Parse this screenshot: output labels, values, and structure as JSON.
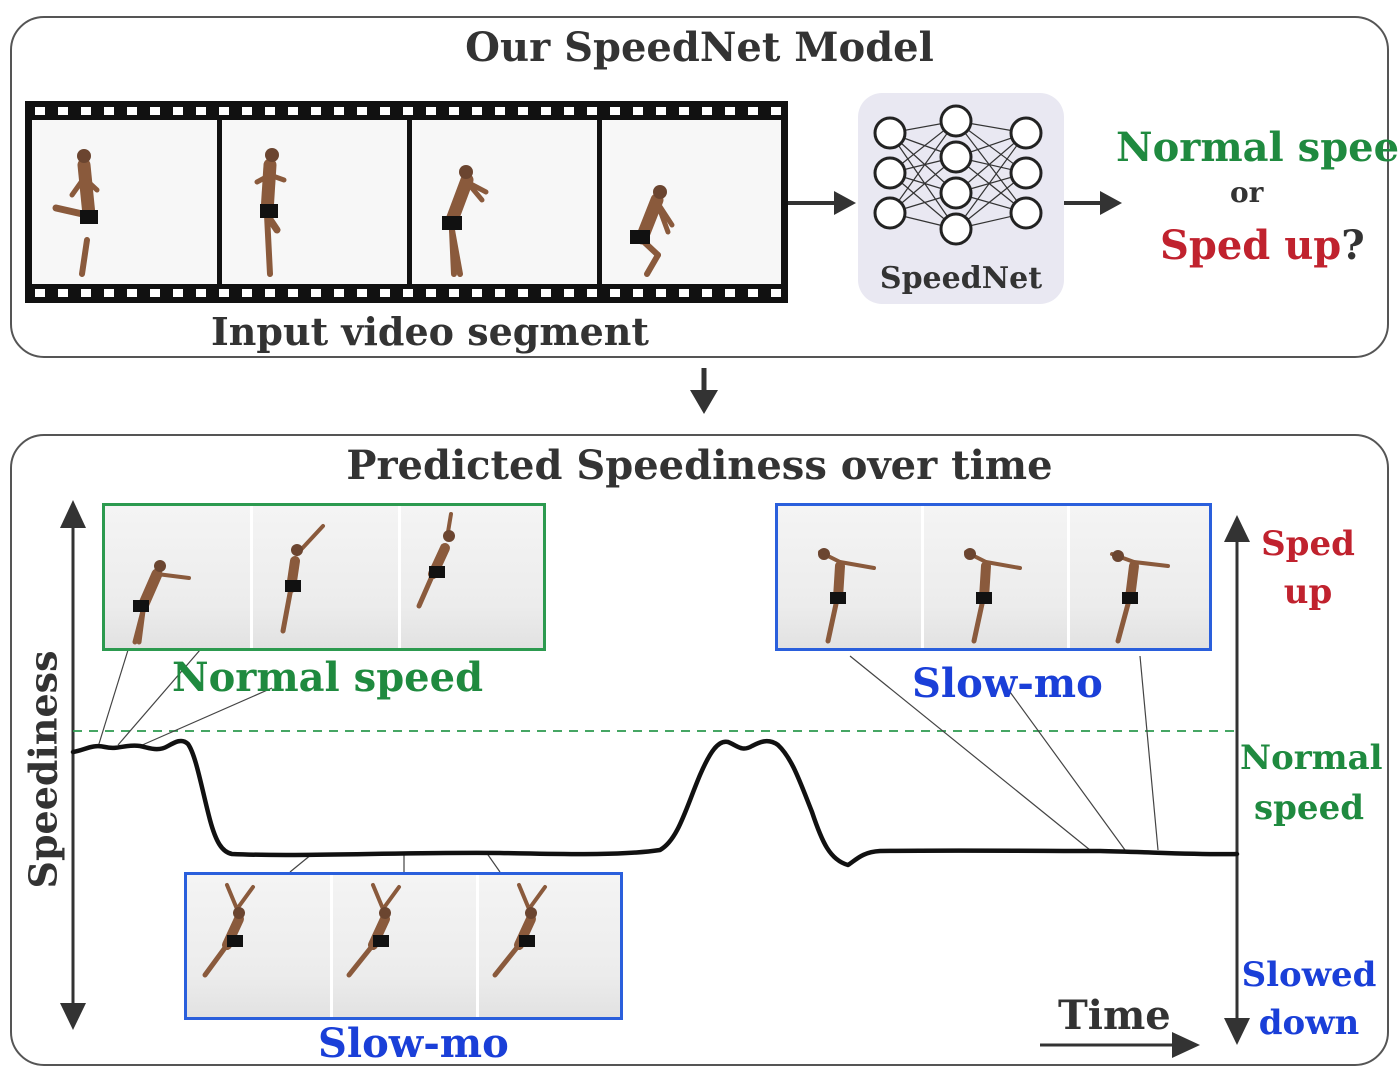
{
  "top_panel": {
    "title": "Our SpeedNet Model",
    "input_caption": "Input video segment",
    "network_label": "SpeedNet",
    "output_normal": "Normal speed",
    "output_or": "or",
    "output_sped": "Sped up",
    "output_qmark": "?"
  },
  "bottom_panel": {
    "title": "Predicted Speediness over time",
    "y_axis_label": "Speediness",
    "x_axis_label": "Time",
    "right_axis": {
      "top_line1": "Sped",
      "top_line2": "up",
      "mid_line1": "Normal",
      "mid_line2": "speed",
      "bottom_line1": "Slowed",
      "bottom_line2": "down"
    },
    "normal_clip_caption": "Normal speed",
    "slowmo_clip_caption_right": "Slow-mo",
    "slowmo_clip_caption_bottom": "Slow-mo"
  },
  "colors": {
    "normal": "#1f8a3f",
    "sped": "#c0222e",
    "slow": "#1a3fd8",
    "frame_green": "#2c9a4f",
    "frame_blue": "#2a5fdc",
    "text": "#333333"
  }
}
